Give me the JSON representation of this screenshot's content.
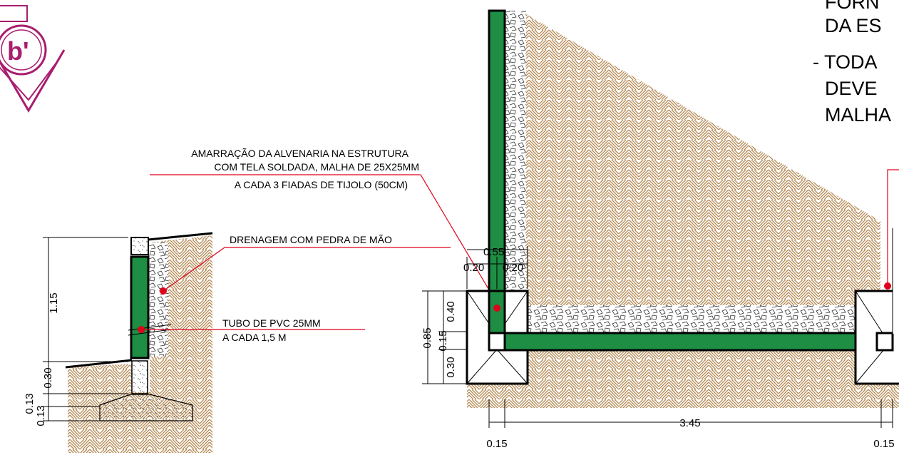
{
  "logo": {
    "text": "b'",
    "color": "#a81d6f"
  },
  "colors": {
    "wall": "#1e8e44",
    "soil": "#b58a55",
    "leader": "#e0001b"
  },
  "notes": {
    "amarracao_1": "AMARRAÇÃO DA ALVENARIA NA ESTRUTURA",
    "amarracao_2": "COM TELA SOLDADA, MALHA DE 25X25MM",
    "amarracao_3": "A CADA 3 FIADAS DE TIJOLO (50CM)",
    "drenagem": "DRENAGEM COM PEDRA DE MÃO",
    "tubo_1": "TUBO DE PVC 25MM",
    "tubo_2": "A CADA 1,5 M"
  },
  "side_text": {
    "line1": "FORN",
    "line2": "DA ES",
    "line3": "- TODA",
    "line4": "DEVE",
    "line5": "MALHA"
  },
  "dims_left": {
    "height_wall": "1.15",
    "height_base": "0.30",
    "foot_a": "0.13",
    "foot_b": "0.13"
  },
  "dims_right": {
    "top_width": "0.55",
    "left_part": "0.20",
    "right_part": "0.20",
    "total_height": "0.85",
    "upper": "0.40",
    "middle": "0.15",
    "lower": "0.30",
    "span": "3.45",
    "left_col": "0.15",
    "right_col": "0.15"
  }
}
